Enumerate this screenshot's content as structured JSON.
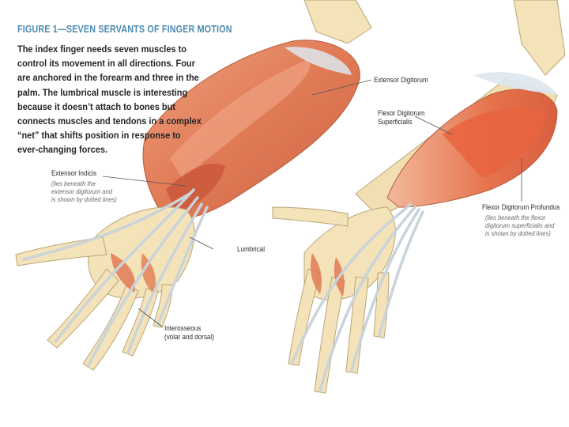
{
  "figure": {
    "title": "FIGURE 1—SEVEN SERVANTS OF FINGER MOTION",
    "description": "The index finger needs seven muscles to control its movement in all directions. Four are anchored in the forearm and three in the palm. The lumbrical muscle is interesting because it doesn’t attach to bones but connects muscles and tendons in a complex “net” that shifts position in response to ever-changing forces.",
    "accent_color": "#4d8bb3"
  },
  "labels": {
    "extensor_digitorum": "Extensor Digitorum",
    "flexor_superficialis": "Flexor Digitorum\nSuperficialis",
    "extensor_indicis": "Extensor Indicis",
    "extensor_indicis_note": "(lies beneath the\nextensor digitorum and\nis shown by dotted lines)",
    "lumbrical": "Lumbrical",
    "interosseous": "Interosseous\n(volar and dorsal)",
    "flexor_profundus": "Flexor Digitorum Profundus",
    "flexor_profundus_note": "(lies beneath the flexor\ndigitorum superficialis and\nis shown by dotted lines)"
  },
  "colors": {
    "muscle": "#e07a55",
    "muscle_dark": "#c9553a",
    "bone": "#f4e3b8",
    "tendon": "#c9d3da"
  }
}
